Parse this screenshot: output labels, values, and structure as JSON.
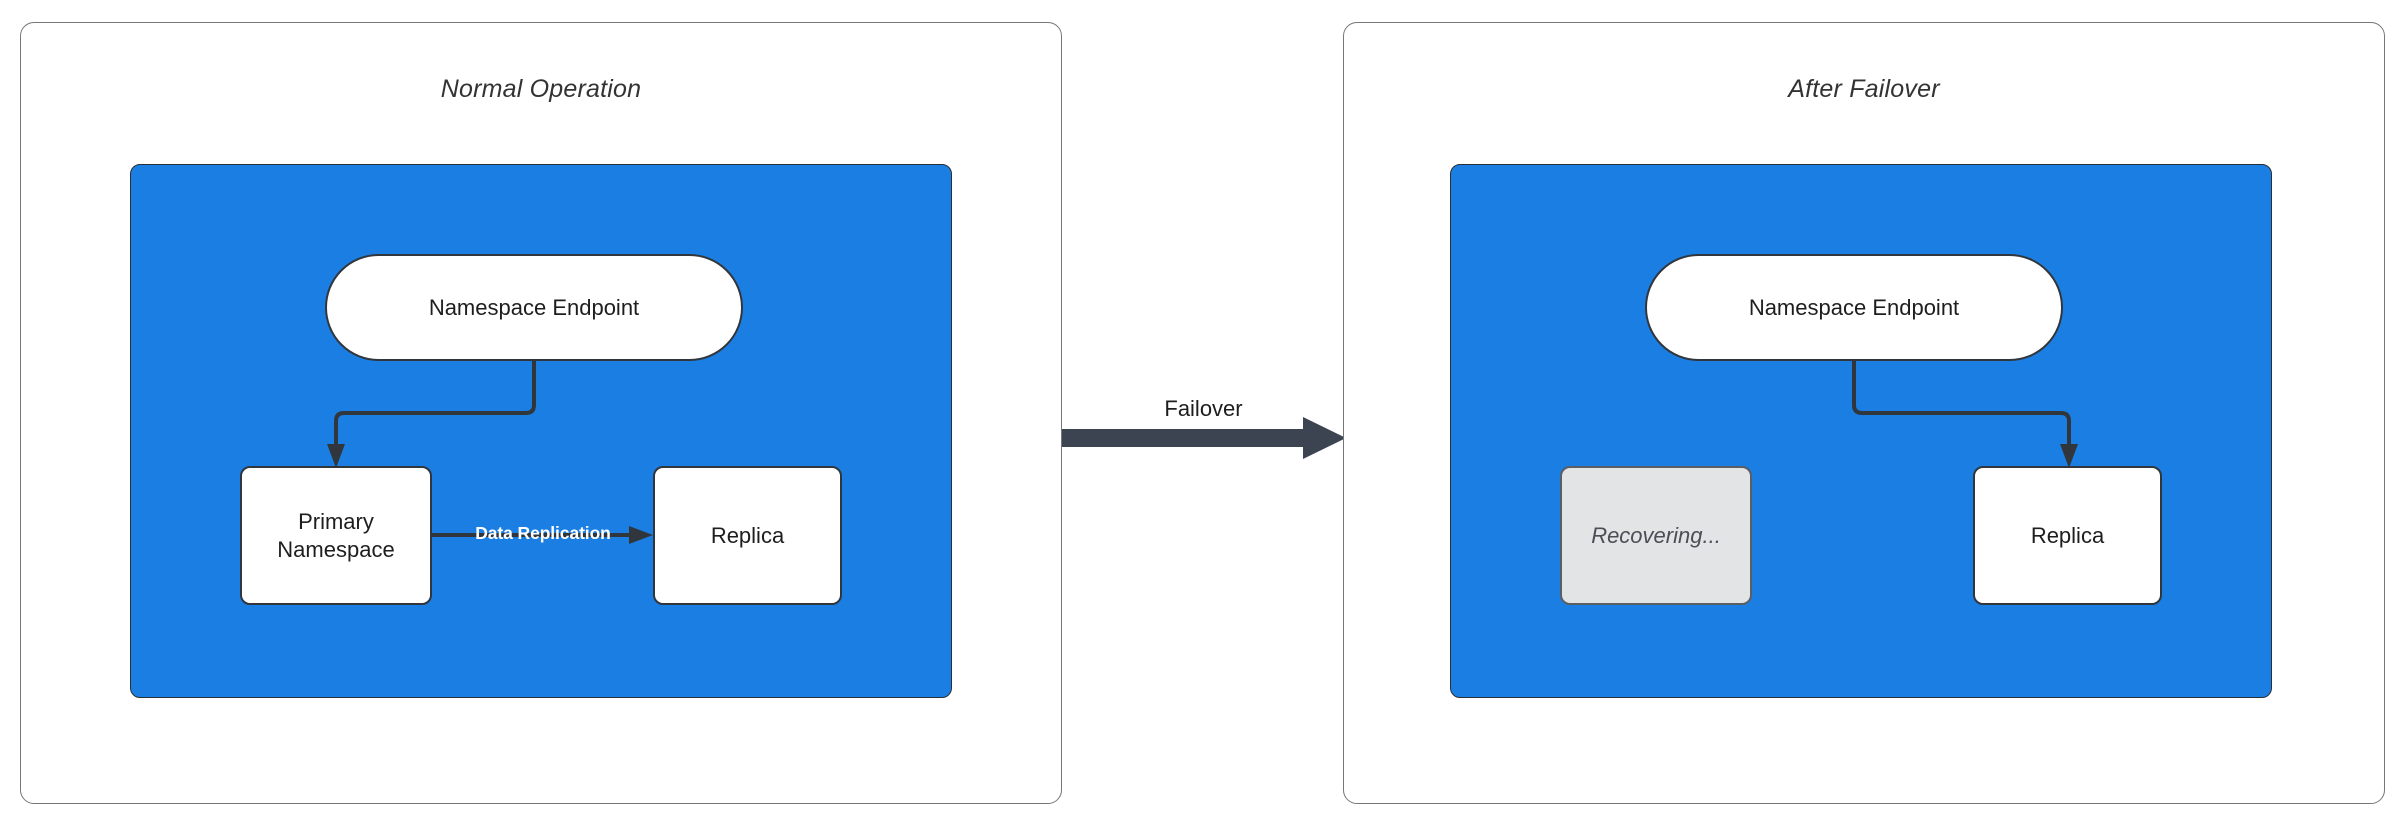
{
  "diagram": {
    "title_left": "Normal Operation",
    "title_right": "After Failover",
    "transition_label": "Failover",
    "colors": {
      "region_blue": "#1a7ee3",
      "node_fill": "#ffffff",
      "node_stroke": "#31363c",
      "recovering_fill": "#e2e4e6",
      "edge_stroke": "#31363c",
      "panel_border": "#767676",
      "replication_label": "#ffffff"
    }
  },
  "panels": {
    "left": {
      "title": "Normal Operation",
      "nodes": {
        "endpoint": "Namespace Endpoint",
        "primary": "Primary\nNamespace",
        "primary_line1": "Primary",
        "primary_line2": "Namespace",
        "replica": "Replica"
      },
      "edges": [
        {
          "from": "Namespace Endpoint",
          "to": "Primary Namespace",
          "label": ""
        },
        {
          "from": "Primary Namespace",
          "to": "Replica",
          "label": "Data Replication"
        }
      ],
      "edge_labels": {
        "data_replication": "Data Replication"
      }
    },
    "right": {
      "title": "After Failover",
      "nodes": {
        "endpoint": "Namespace Endpoint",
        "recovering": "Recovering...",
        "replica": "Replica"
      },
      "edges": [
        {
          "from": "Namespace Endpoint",
          "to": "Replica",
          "label": ""
        }
      ]
    }
  },
  "transition": {
    "label": "Failover",
    "direction": "left-to-right"
  }
}
